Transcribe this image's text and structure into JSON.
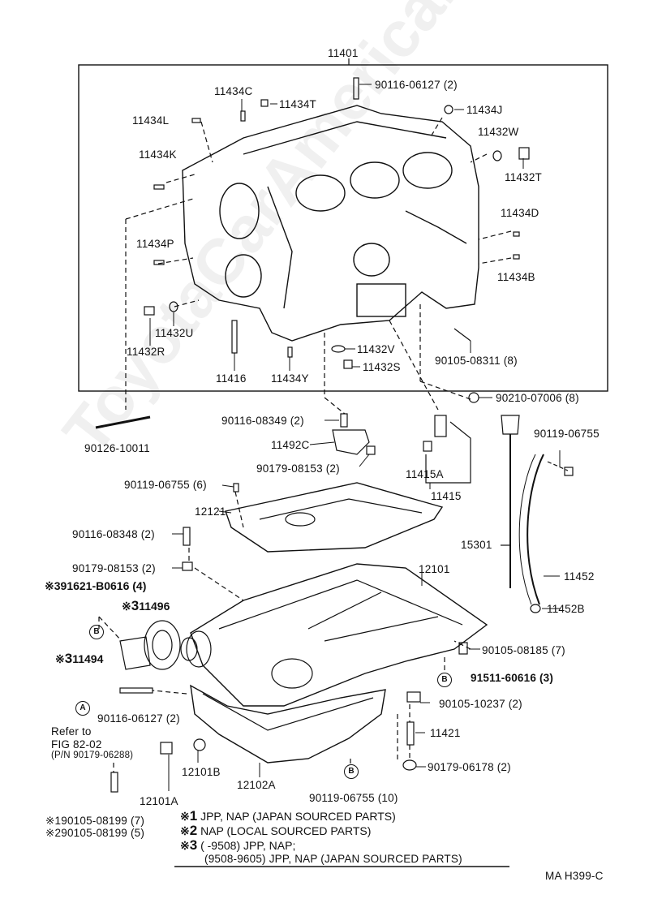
{
  "watermark": "ToyotaCarAmerica.ru",
  "labels": {
    "block": "11401",
    "bolt_top": "90116-06127 (2)",
    "pin_c": "11434C",
    "pin_t": "11434T",
    "pin_j": "11434J",
    "pin_l": "11434L",
    "plug_w": "11432W",
    "pin_k": "11434K",
    "plug_t": "11432T",
    "pin_d": "11434D",
    "pin_p": "11434P",
    "pin_b": "11434B",
    "plug_u": "11432U",
    "plug_r": "11432R",
    "stud_11416": "11416",
    "pin_y": "11434Y",
    "plug_v": "11432V",
    "plug_s": "11432S",
    "bolt_08311": "90105-08311 (8)",
    "washer_07006": "90210-07006 (8)",
    "stud_08349": "90116-08349 (2)",
    "stud_10011": "90126-10011",
    "gasket_11492c": "11492C",
    "nut_08153a": "90179-08153 (2)",
    "bolt_06755_tr": "90119-06755",
    "part_11415a": "11415A",
    "part_11415": "11415",
    "bolt_06755_6": "90119-06755 (6)",
    "baffle_12121": "12121",
    "stud_08348": "90116-08348 (2)",
    "dipstick_15301": "15301",
    "nut_08153b": "90179-08153 (2)",
    "pan_12101": "12101",
    "guide_11452": "11452",
    "bolt_b0616": "91621-B0616 (4)",
    "plate_11496": "11496",
    "oring_11452b": "11452B",
    "bolt_08185": "90105-08185 (7)",
    "plate_11494": "11494",
    "bolt_60616": "91511-60616 (3)",
    "bolt_10237": "90105-10237 (2)",
    "stud_06127": "90116-06127 (2)",
    "refer_to": "Refer to",
    "fig": "FIG 82-02",
    "pn": "(P/N 90179-06288)",
    "stud_11421": "11421",
    "plug_12101a": "12101A",
    "gasket_12101b": "12101B",
    "pan_12102a": "12102A",
    "nut_06178": "90179-06178 (2)",
    "bolt_06755_10": "90119-06755 (10)",
    "bolt_08199_7": "90105-08199 (7)",
    "bolt_08199_5": "90105-08199 (5)",
    "ref_code": "MA  H399-C"
  },
  "markers": {
    "star": "※",
    "one": "1",
    "two": "2",
    "three": "3",
    "b": "B",
    "a": "A"
  },
  "notes": {
    "n1": "JPP, NAP (JAPAN SOURCED PARTS)",
    "n2": "NAP (LOCAL SOURCED PARTS)",
    "n3a": "(      -9508) JPP, NAP;",
    "n3b": "(9508-9605) JPP, NAP (JAPAN SOURCED PARTS)"
  }
}
